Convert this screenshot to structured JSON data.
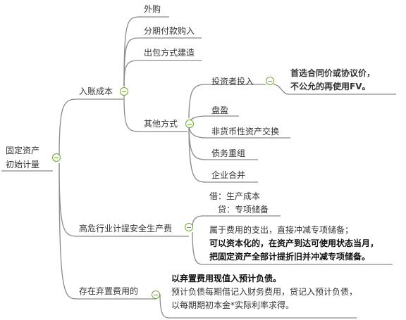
{
  "root": {
    "line1": "固定资产",
    "line2": "初始计量"
  },
  "branches": {
    "entry_cost": {
      "label": "入账成本",
      "children": {
        "purchase": "外购",
        "installment": "分期付款购入",
        "outsourcing": "出包方式建造",
        "other": {
          "label": "其他方式",
          "children": {
            "investor": {
              "label": "投资者投入",
              "note": {
                "line1": "首选合同价或协议价，",
                "line2": "不公允的再使用FV。"
              }
            },
            "surplus": "盘盈",
            "nonmonetary": "非货币性资产交换",
            "debt": "债务重组",
            "merger": "企业合并"
          }
        }
      }
    },
    "safety_fee": {
      "label": "高危行业计提安全生产费",
      "entry": {
        "line1": "借：生产成本",
        "line2": "贷：专项储备"
      },
      "notes": {
        "line1": "属于费用的支出，直接冲减专项储备；",
        "line2": "可以资本化的，在资产到达可使用状态当月，",
        "line3": "把固定资产全部计提折旧并冲减专项储备。"
      }
    },
    "disposal": {
      "label": "存在弃置费用的",
      "notes": {
        "line1": "以弃置费用现值入预计负债。",
        "line2": "预计负债每期借记入财务费用，贷记入预计负债，",
        "line3": "以每期期初本金*实际利率求得。"
      }
    }
  },
  "colors": {
    "line": "#8a8a8a",
    "toggle": "#6fa82f",
    "text": "#333333"
  }
}
